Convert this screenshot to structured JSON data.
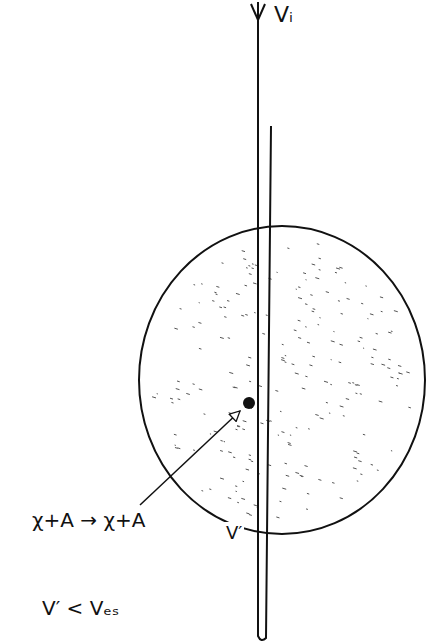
{
  "diagram": {
    "labels": [
      "Vᵢ",
      "χ+A → χ+A",
      "V′",
      "V′ < Vₑₛ"
    ]
  }
}
